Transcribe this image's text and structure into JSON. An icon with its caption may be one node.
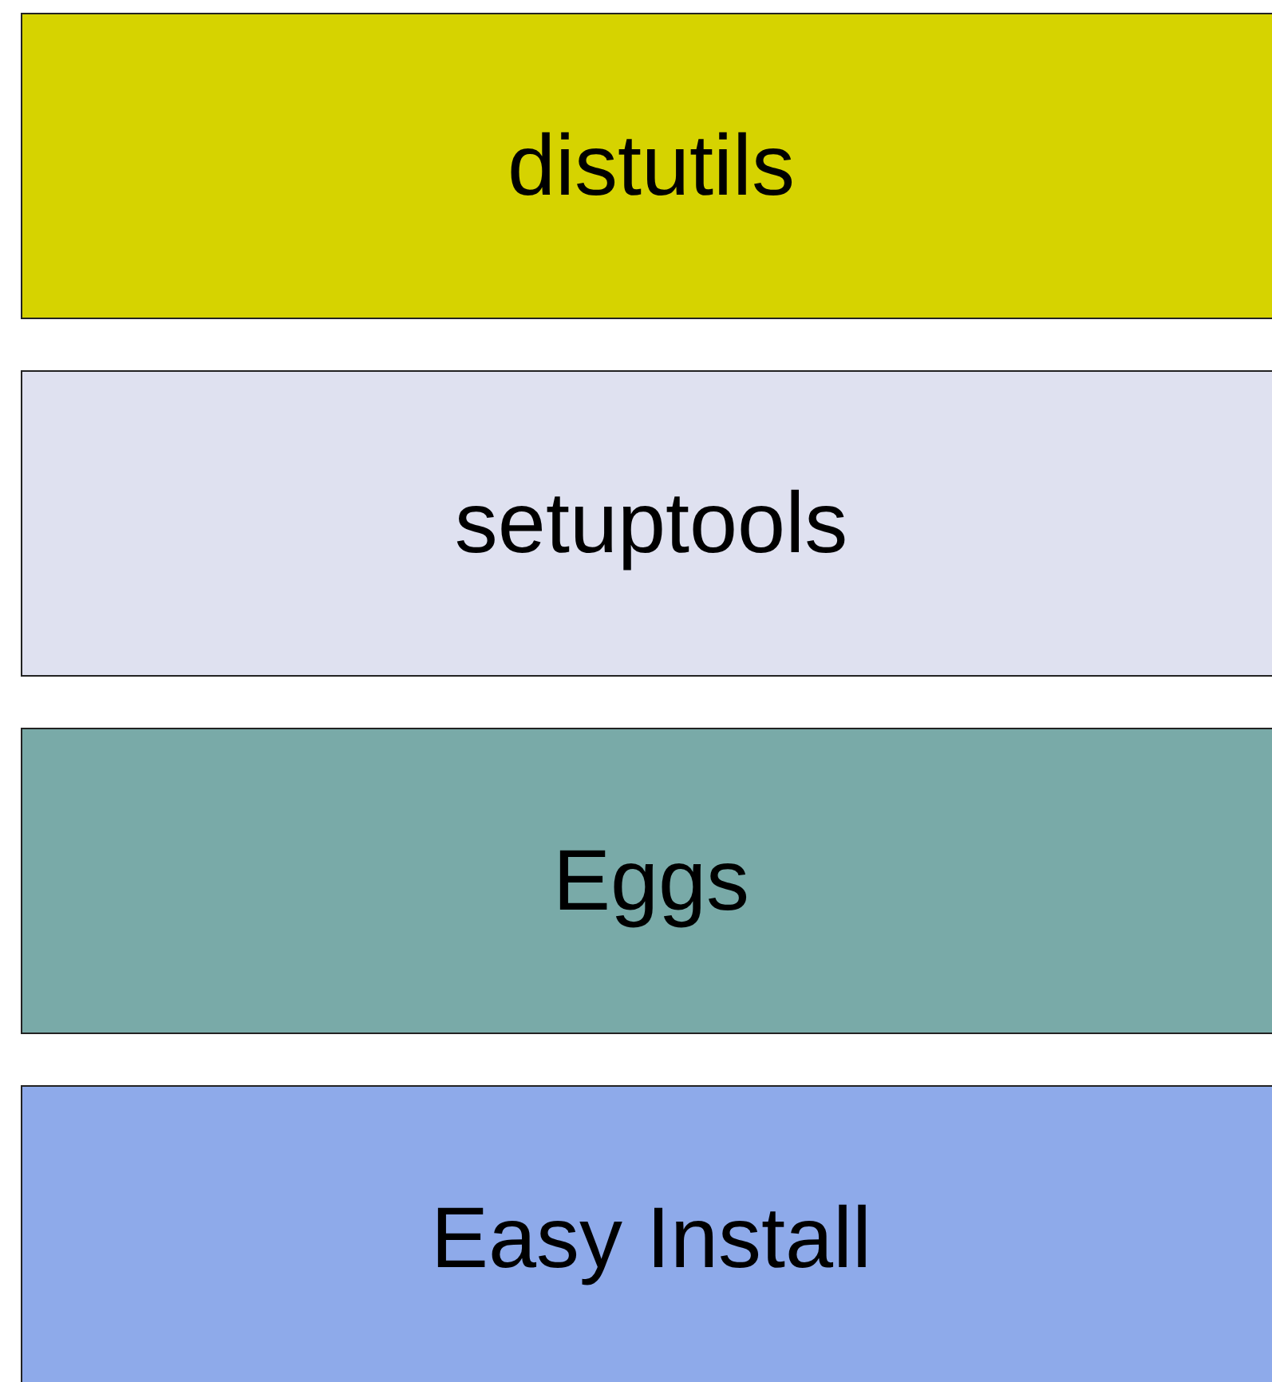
{
  "diagram": {
    "nodes": [
      {
        "text": [
          "distutils"
        ]
      },
      {
        "text": [
          "setuptools"
        ]
      },
      {
        "text": [
          "Eggs"
        ]
      },
      {
        "text": [
          "Easy Install"
        ]
      }
    ]
  }
}
